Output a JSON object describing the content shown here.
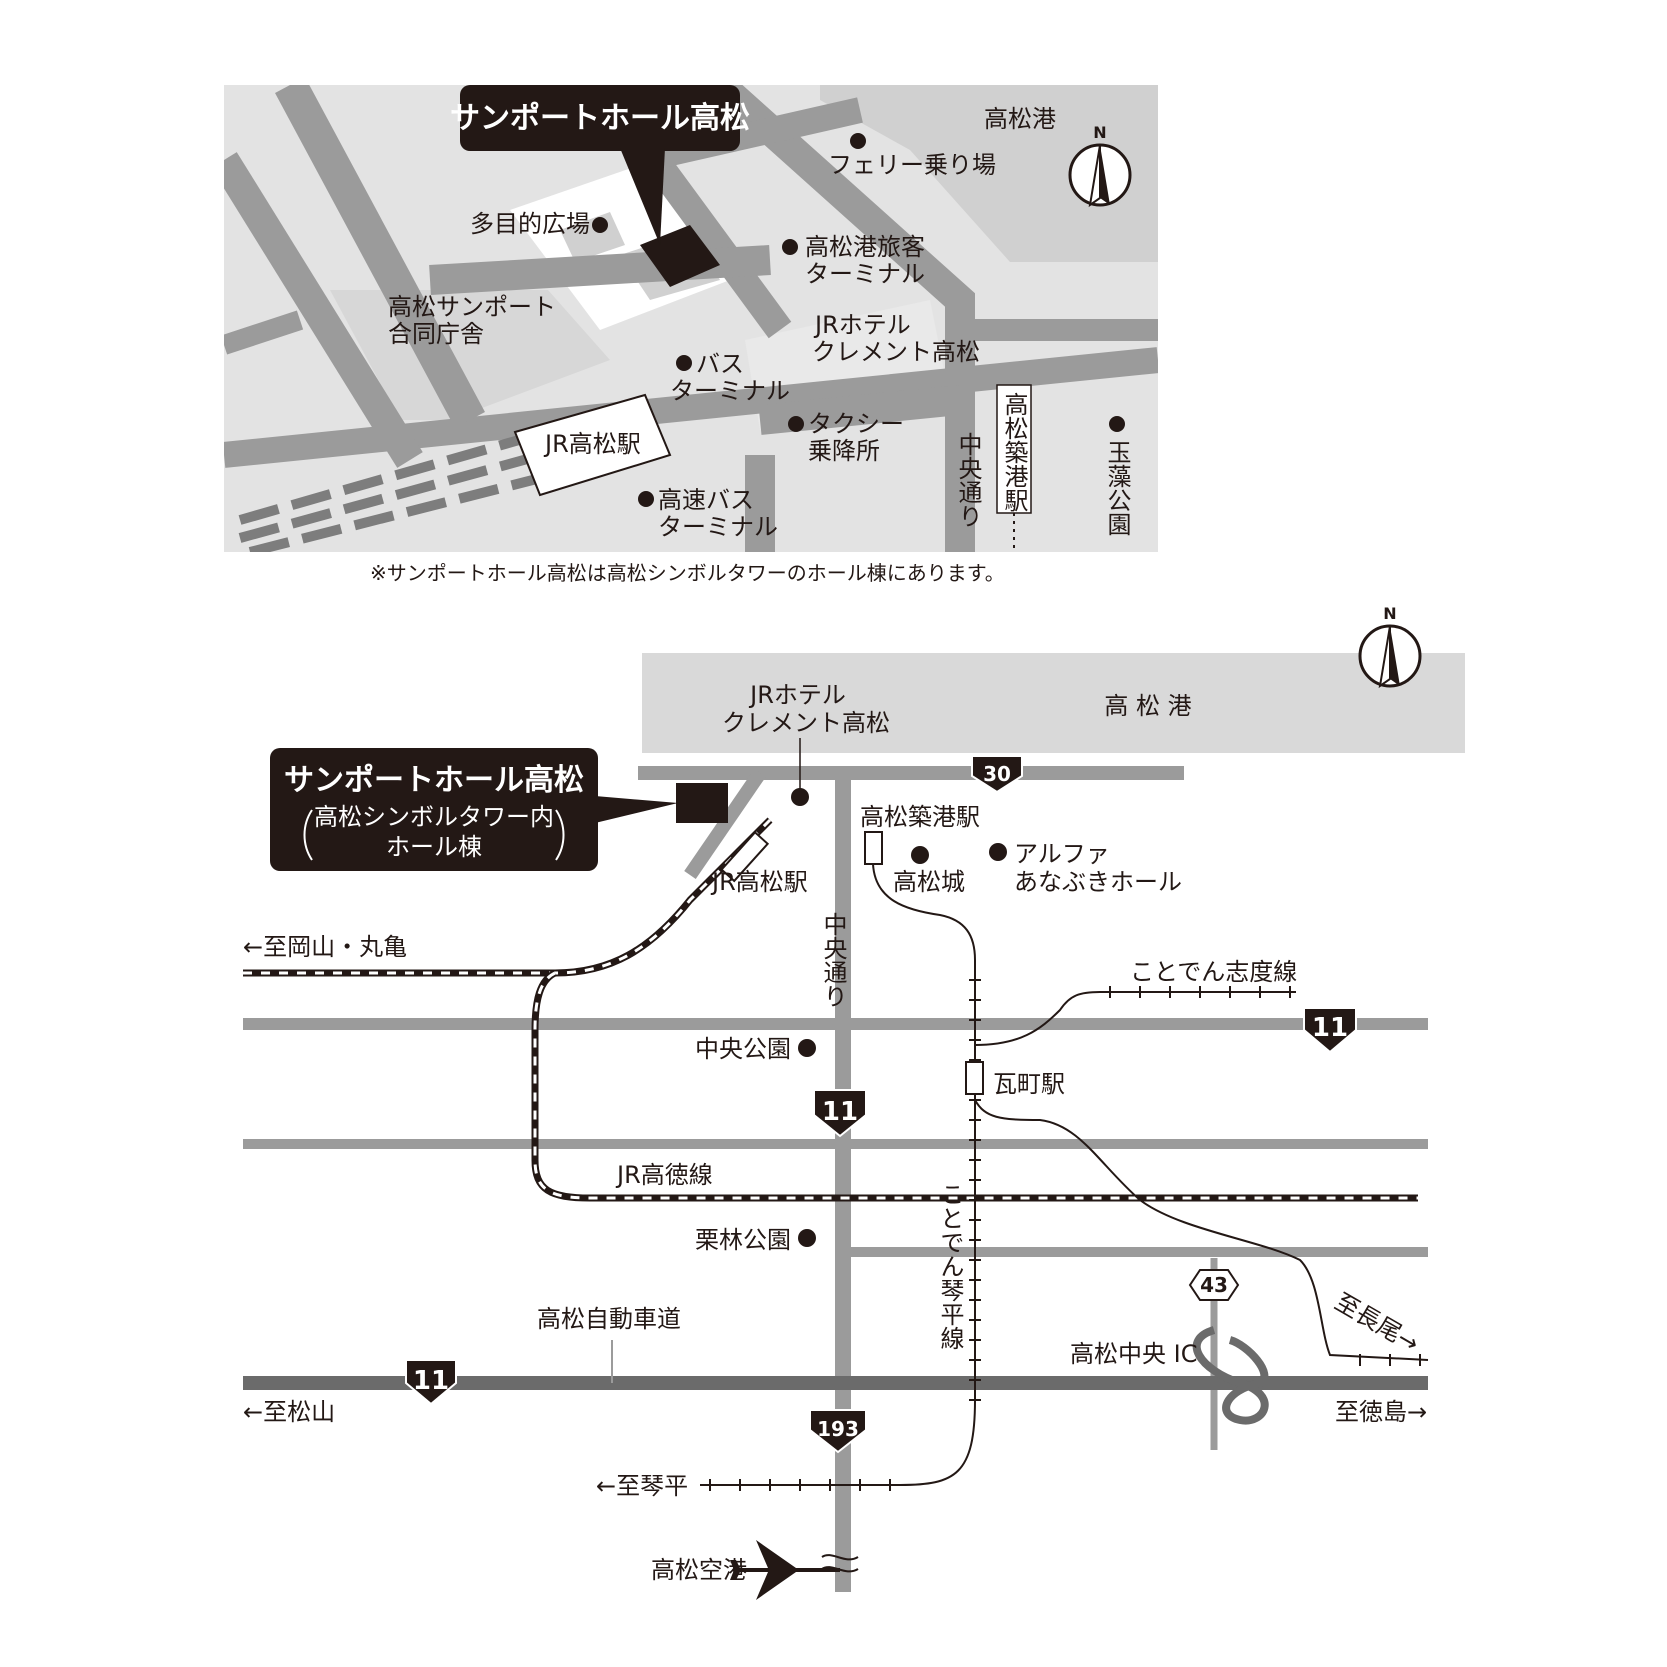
{
  "north_label": "N",
  "inset": {
    "callout": "サンポートホール高松",
    "labels": {
      "port": "高松港",
      "ferry": "フェリー乗り場",
      "plaza": "多目的広場",
      "terminal_1": "高松港旅客",
      "terminal_2": "ターミナル",
      "gov_1": "高松サンポート",
      "gov_2": "合同庁舎",
      "hotel_1": "JRホテル",
      "hotel_2": "クレメント高松",
      "bus_1": "バス",
      "bus_2": "ターミナル",
      "taxi_1": "タクシー",
      "taxi_2": "乗降所",
      "station": "JR高松駅",
      "hwbus_1": "高速バス",
      "hwbus_2": "ターミナル",
      "chuo_dori": "中央通り",
      "chikko_station": "高松築港駅",
      "tamamo_park": "玉藻公園"
    },
    "footnote": "※サンポートホール高松は高松シンボルタワーのホール棟にあります。"
  },
  "main": {
    "callout_title": "サンポートホール高松",
    "callout_sub_1": "高松シンボルタワー内",
    "callout_sub_2": "ホール棟",
    "labels": {
      "port": "高 松 港",
      "hotel_1": "JRホテル",
      "hotel_2": "クレメント高松",
      "chikko_station": "高松築港駅",
      "castle": "高松城",
      "alpha_1": "アルファ",
      "alpha_2": "あなぶきホール",
      "jr_station": "JR高松駅",
      "chuo_dori": "中央通り",
      "to_okayama": "←至岡山・丸亀",
      "shido_line": "ことでん志度線",
      "chuo_park": "中央公園",
      "kawaramachi": "瓦町駅",
      "kotoku_line": "JR高徳線",
      "ritsurin": "栗林公園",
      "kotohira_line": "ことでん琴平線",
      "expressway": "高松自動車道",
      "to_nagao": "至長尾→",
      "ic": "高松中央 IC",
      "to_matsuyama": "←至松山",
      "to_tokushima": "至徳島→",
      "to_kotohira": "←至琴平",
      "airport": "高松空港"
    },
    "shields": {
      "r30": "30",
      "r11_east": "11",
      "r11_center": "11",
      "r11_expressway": "11",
      "r193": "193",
      "r43": "43"
    }
  },
  "colors": {
    "ink": "#231815",
    "road": "#9b9b9b",
    "area_light": "#e3e3e3",
    "area_mid": "#d0d0d0",
    "highway": "#6b6b6b",
    "water": "#d9d9d9"
  },
  "icons": [
    "compass-icon",
    "airplane-icon",
    "station-icon",
    "building-icon",
    "poi-dot-icon"
  ]
}
